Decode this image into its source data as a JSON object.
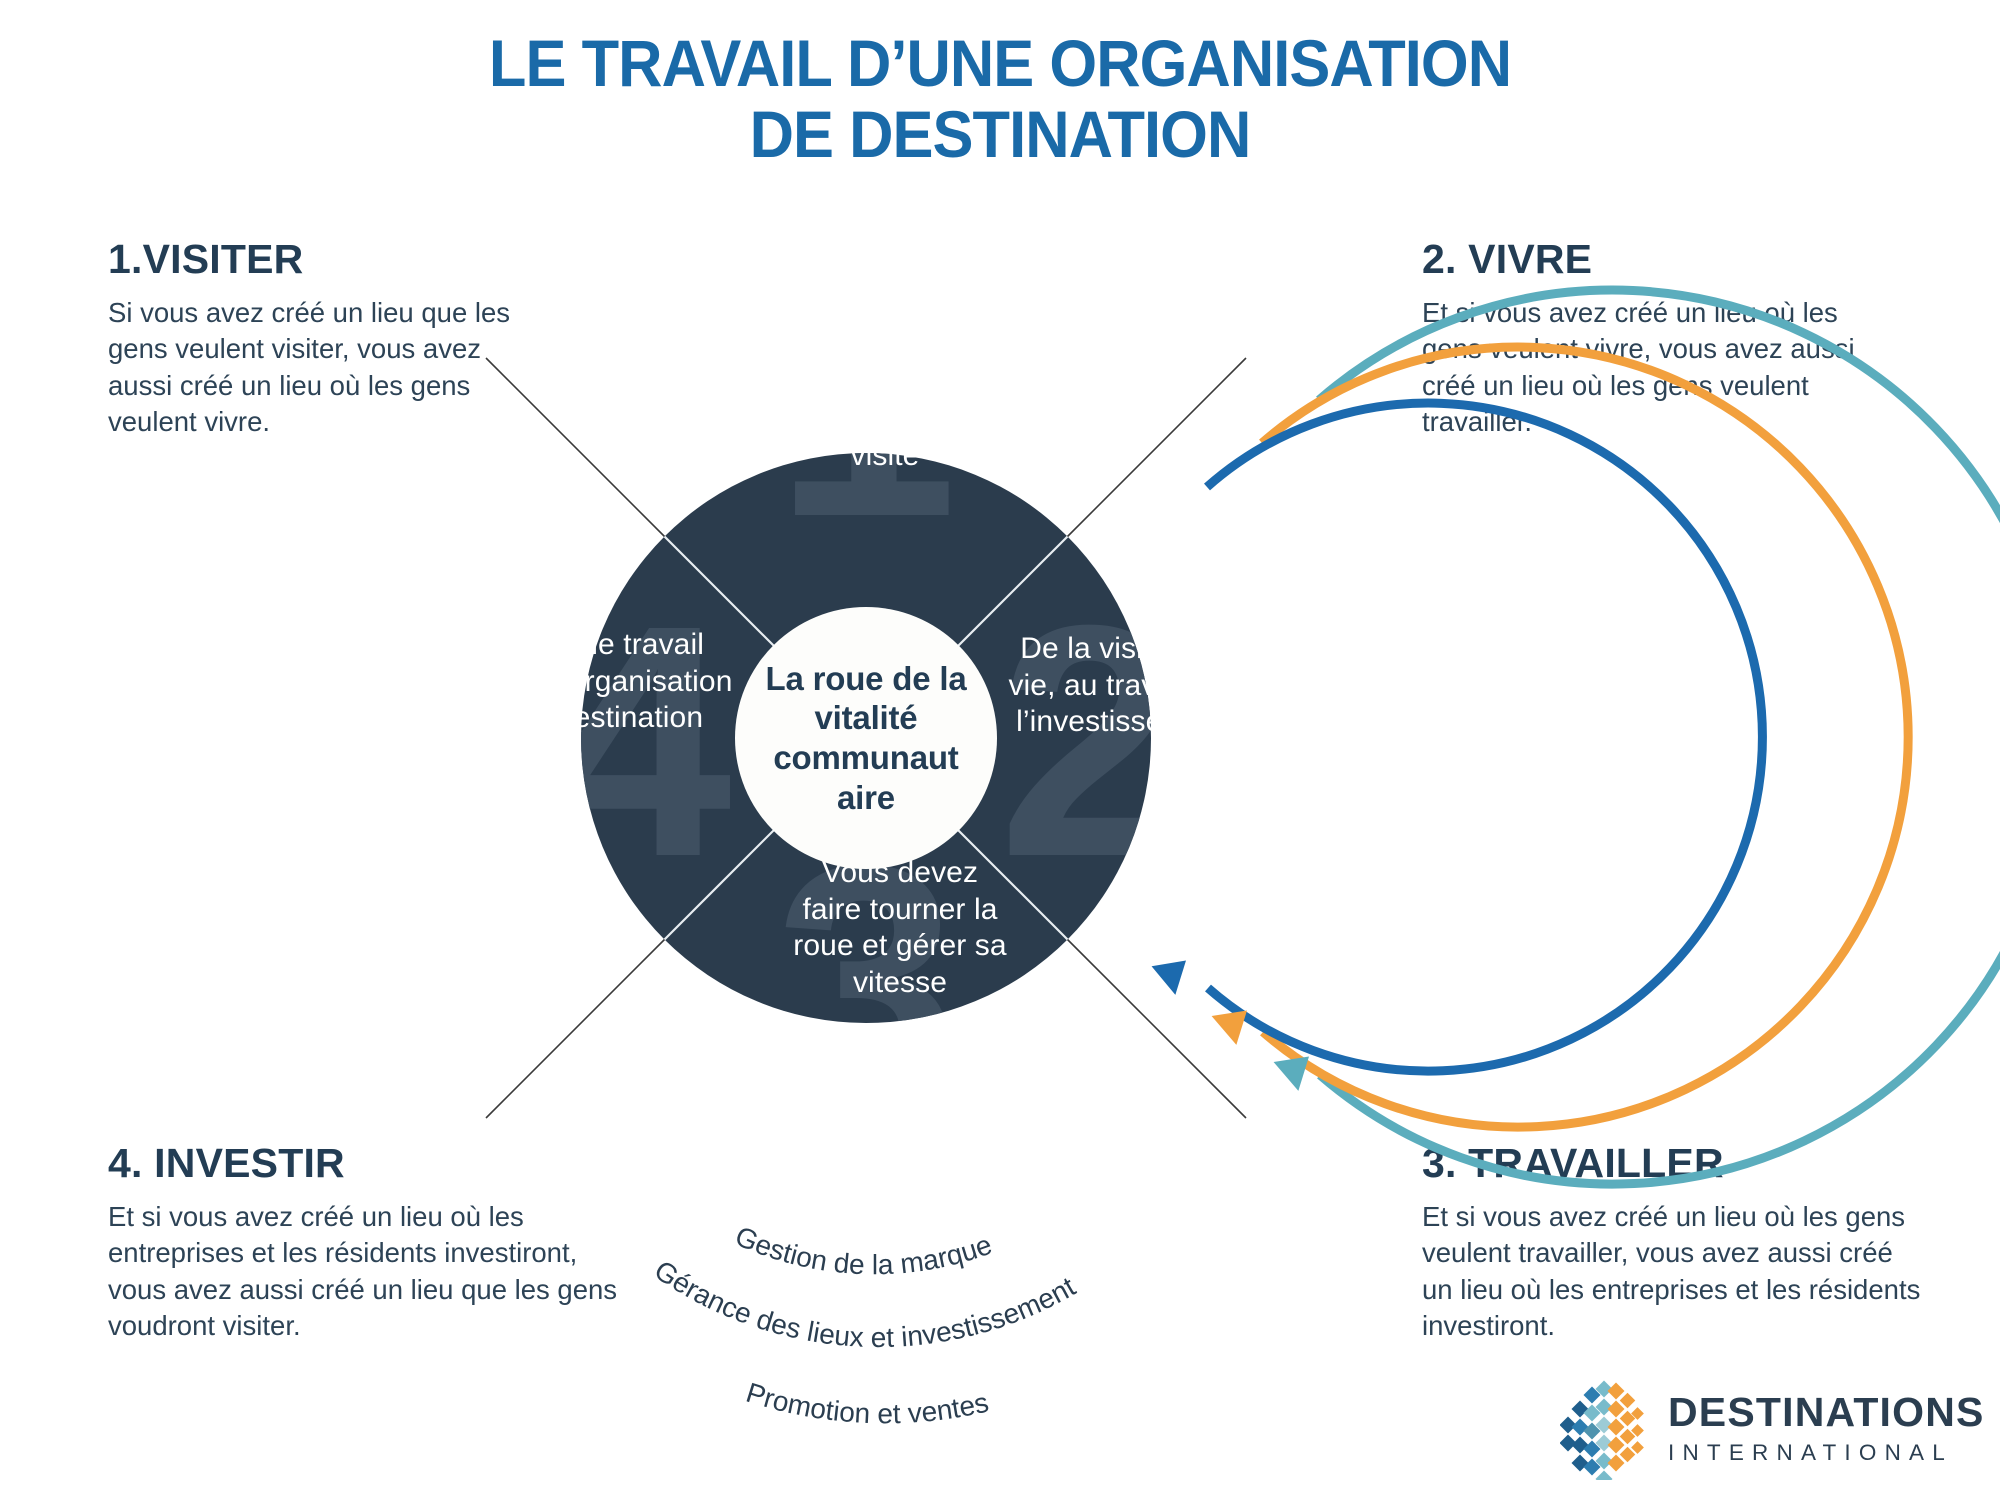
{
  "title": {
    "line1": "LE TRAVAIL D’UNE ORGANISATION",
    "line2": "DE DESTINATION",
    "color": "#1A6AA8"
  },
  "colors": {
    "title_blue": "#1A6AA8",
    "navy": "#233D54",
    "disc": "#2B3C4D",
    "ghost_number": "#3E4F60",
    "arc_teal": "#5BADBD",
    "arc_orange": "#F2A03D",
    "arc_blue": "#1C6AAE",
    "hub_bg": "#FDFDFB"
  },
  "corners": [
    {
      "id": "visiter",
      "heading": "1.VISITER",
      "body": "Si vous avez créé un lieu que les gens veulent visiter, vous avez aussi créé un lieu où les gens veulent vivre."
    },
    {
      "id": "vivre",
      "heading": "2. VIVRE",
      "body": "Et si vous avez créé un lieu où les gens veulent vivre, vous avez aussi créé un lieu où les gens veulent travailler."
    },
    {
      "id": "travailler",
      "heading": "3. TRAVAILLER",
      "body": "Et si vous avez créé un lieu où les gens veulent travailler, vous avez aussi créé un lieu où les entreprises et les résidents investiront."
    },
    {
      "id": "investir",
      "heading": "4. INVESTIR",
      "body": "Et si vous avez créé un lieu où les entreprises et les résidents investiront, vous avez aussi créé un lieu que les gens voudront visiter."
    }
  ],
  "wheel": {
    "hub_text": "La roue de la vitalité communaut aire",
    "quadrants": [
      {
        "position": "top",
        "ghost_number": "1",
        "text": "Cela commence par une visite"
      },
      {
        "position": "right",
        "ghost_number": "2",
        "text": "De la visite, à la vie, au travail et à l’investissement."
      },
      {
        "position": "bottom",
        "ghost_number": "3",
        "text": "Vous devez faire tourner la roue et gérer sa vitesse"
      },
      {
        "position": "left",
        "ghost_number": "4",
        "text": "C’est le travail d’une organisation de destination"
      }
    ],
    "arc_labels": [
      {
        "text": "Gestion de la marque",
        "color": "#1C6AAE"
      },
      {
        "text": "Gérance des lieux et investissement",
        "color": "#F2A03D"
      },
      {
        "text": "Promotion et ventes",
        "color": "#5BADBD"
      }
    ]
  },
  "logo": {
    "name": "DESTINATIONS",
    "subname": "INTERNATIONAL"
  }
}
